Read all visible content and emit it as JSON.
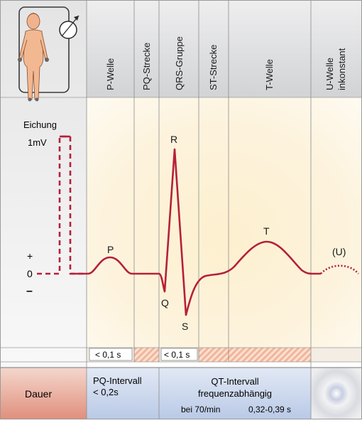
{
  "header": {
    "segments": [
      {
        "label": "P-Welle"
      },
      {
        "label": "PQ-Strecke"
      },
      {
        "label": "QRS-Gruppe"
      },
      {
        "label": "ST-Strecke"
      },
      {
        "label": "T-Welle"
      },
      {
        "label": "U-Welle",
        "label2": "inkonstant"
      }
    ]
  },
  "calibration": {
    "title": "Eichung",
    "amplitude": "1mV",
    "plus": "+",
    "zero": "0",
    "minus": "–"
  },
  "waves": {
    "P": "P",
    "Q": "Q",
    "R": "R",
    "S": "S",
    "T": "T",
    "U": "(U)"
  },
  "durations": {
    "p_wave": "< 0,1 s",
    "qrs": "< 0,1 s"
  },
  "footer": {
    "dauer": "Dauer",
    "pq_title": "PQ-Intervall",
    "pq_value": "< 0,2s",
    "qt_title": "QT-Intervall",
    "qt_subtitle": "frequenzabhängig",
    "qt_rate": "bei 70/min",
    "qt_range": "0,32-0,39 s"
  },
  "colors": {
    "trace": "#b5203a",
    "header_bg": "#d8d9da",
    "chart_bg": "#fdf1d6",
    "footer_blue": "#c9d6ec",
    "footer_red": "#e6a493"
  }
}
